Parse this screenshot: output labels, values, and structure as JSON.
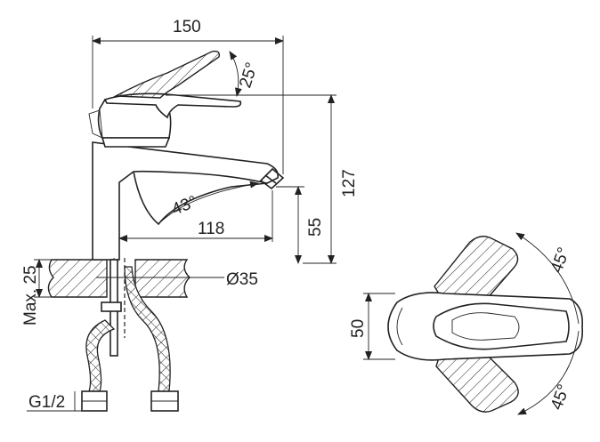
{
  "dimensions": {
    "width_total": "150",
    "lever_angle": "25°",
    "height_total": "127",
    "spout_angle": "43°",
    "spout_reach": "118",
    "spout_height": "55",
    "base_diameter": "Ø35",
    "max_thickness": "Max. 25",
    "thread": "G1/2",
    "top_width": "50",
    "rotation_upper": "45°",
    "rotation_lower": "45°"
  }
}
